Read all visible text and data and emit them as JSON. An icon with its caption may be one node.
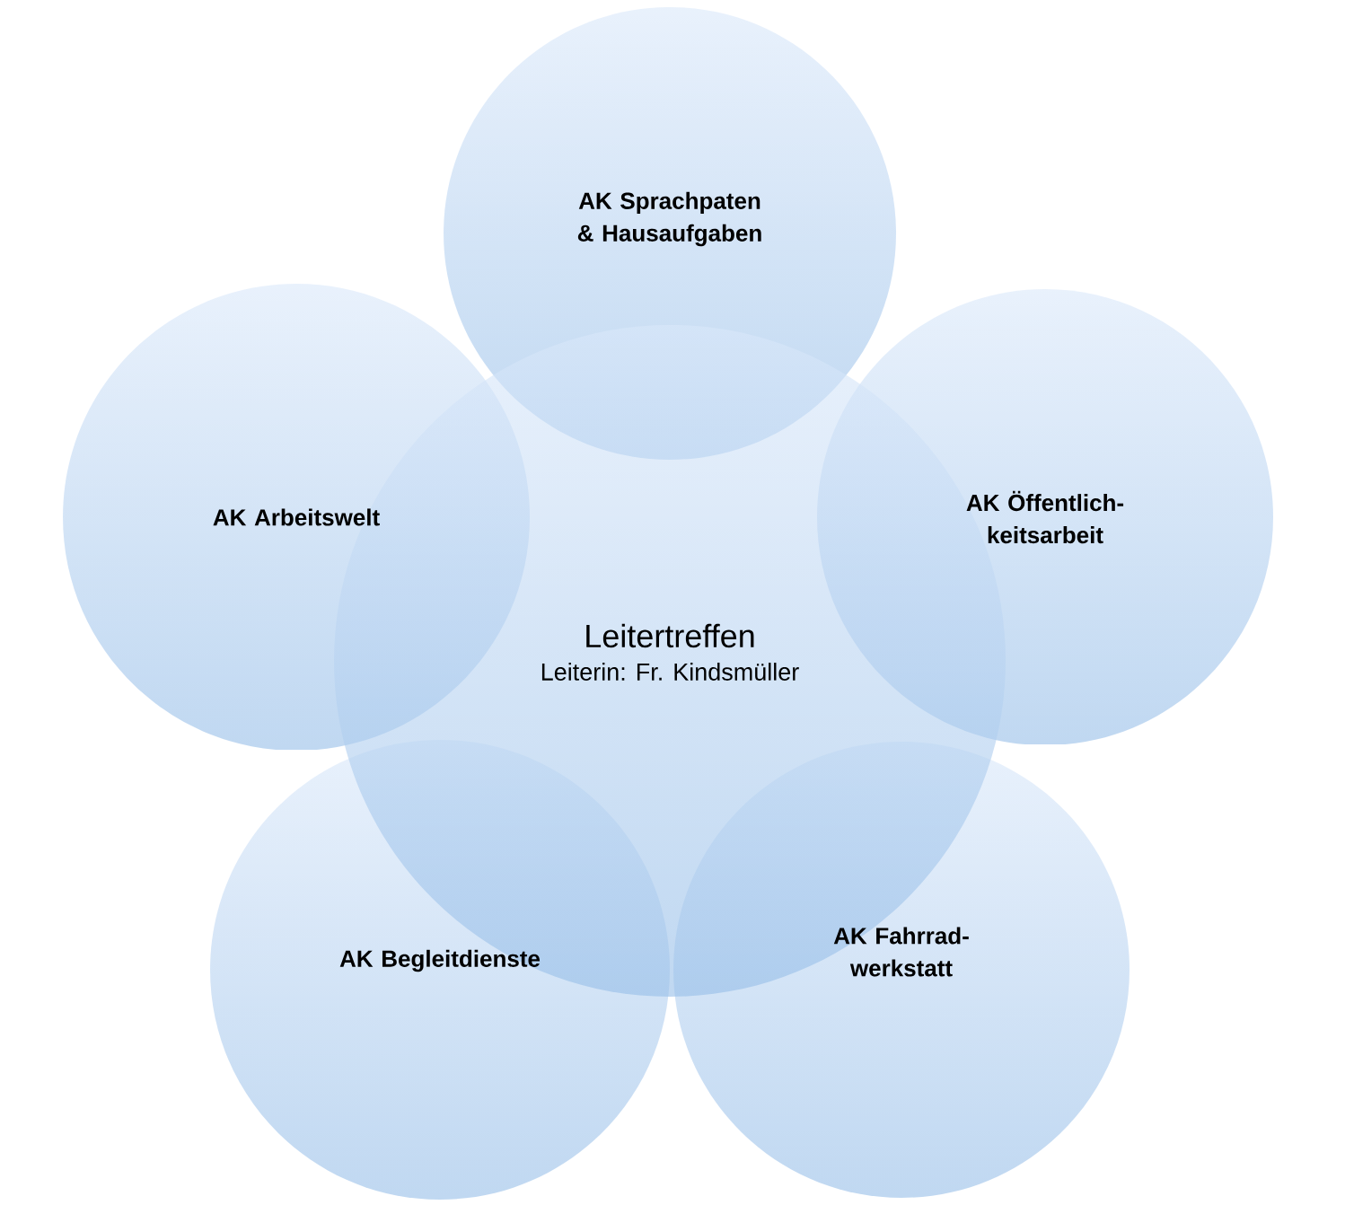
{
  "diagram": {
    "nodes": [
      {
        "text": [
          "Leitertreffen",
          "Leiterin: Fr. Kindsmüller"
        ]
      },
      {
        "text": [
          "AK Sprachpaten & Hausaufgaben"
        ]
      },
      {
        "text": [
          "AK Öffentlich-keitsarbeit"
        ]
      },
      {
        "text": [
          "AK Fahrrad-werkstatt"
        ]
      },
      {
        "text": [
          "AK Begleitdienste"
        ]
      },
      {
        "text": [
          "AK Arbeitswelt"
        ]
      }
    ]
  }
}
